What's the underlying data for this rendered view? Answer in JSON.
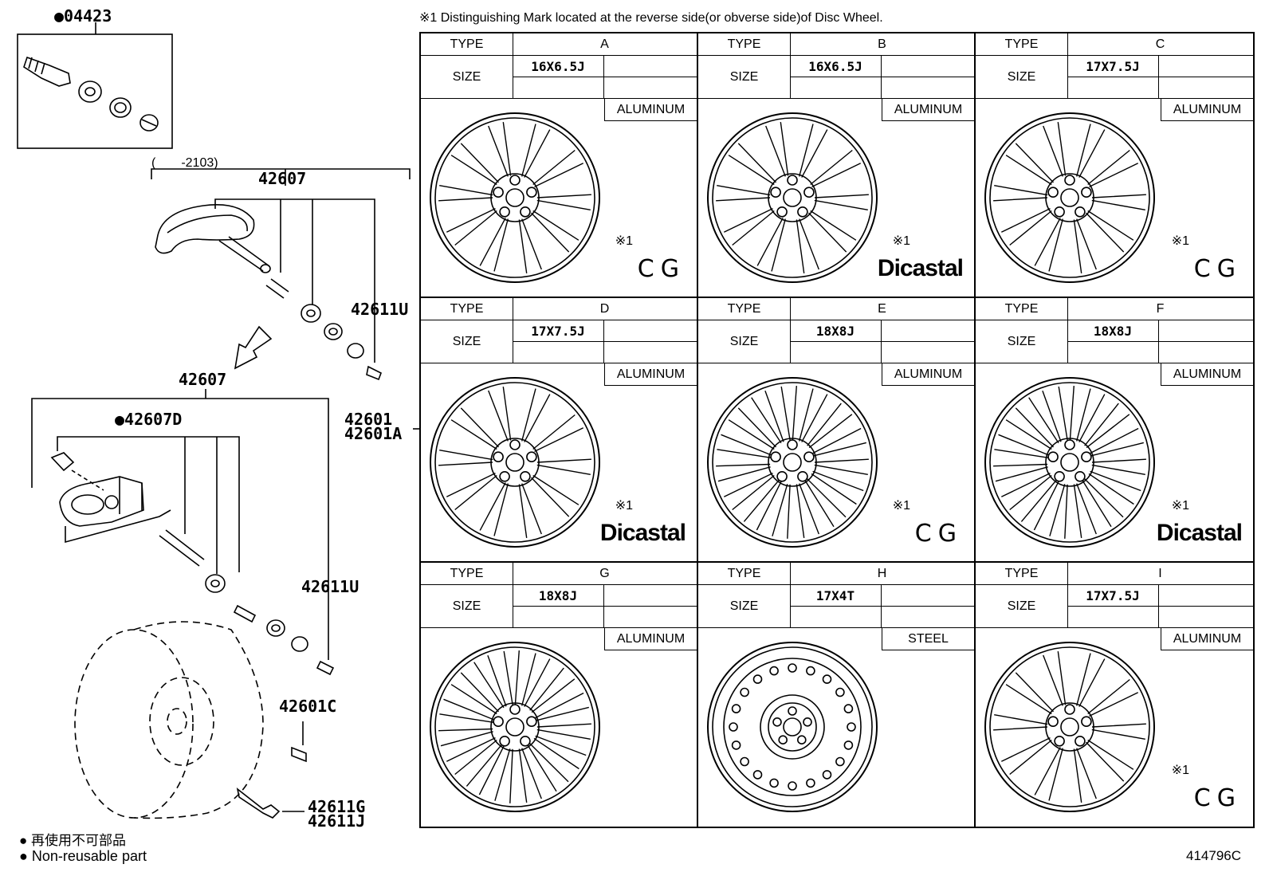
{
  "header_note": "※1 Distinguishing Mark located at the reverse side(or obverse side)of Disc Wheel.",
  "legend": {
    "jp": "再使用不可部品",
    "en": "Non-reusable part"
  },
  "diagram_id": "414796C",
  "parts": {
    "kit_04423": "●04423",
    "date_range": "(　　-2103)",
    "sensor_42607_top": "42607",
    "valve_42611u_top": "42611U",
    "sensor_42607_bottom": "42607",
    "sensor_42607d": "●42607D",
    "valve_42611u_bottom": "42611U",
    "wheel_42601": "42601",
    "wheel_42601a": "42601A",
    "cap_42601c": "42601C",
    "valve_42611g": "42611G",
    "valve_42611j": "42611J"
  },
  "table_labels": {
    "type": "TYPE",
    "size": "SIZE"
  },
  "wheels": [
    {
      "type": "A",
      "size": "16X6.5J",
      "material": "ALUMINUM",
      "mark": "※1",
      "brand": "CG"
    },
    {
      "type": "B",
      "size": "16X6.5J",
      "material": "ALUMINUM",
      "mark": "※1",
      "brand": "Dicastal"
    },
    {
      "type": "C",
      "size": "17X7.5J",
      "material": "ALUMINUM",
      "mark": "※1",
      "brand": "CG"
    },
    {
      "type": "D",
      "size": "17X7.5J",
      "material": "ALUMINUM",
      "mark": "※1",
      "brand": "Dicastal"
    },
    {
      "type": "E",
      "size": "18X8J",
      "material": "ALUMINUM",
      "mark": "※1",
      "brand": "CG"
    },
    {
      "type": "F",
      "size": "18X8J",
      "material": "ALUMINUM",
      "mark": "※1",
      "brand": "Dicastal"
    },
    {
      "type": "G",
      "size": "18X8J",
      "material": "ALUMINUM",
      "mark": "",
      "brand": ""
    },
    {
      "type": "H",
      "size": "17X4T",
      "material": "STEEL",
      "mark": "",
      "brand": ""
    },
    {
      "type": "I",
      "size": "17X7.5J",
      "material": "ALUMINUM",
      "mark": "※1",
      "brand": "CG"
    }
  ]
}
